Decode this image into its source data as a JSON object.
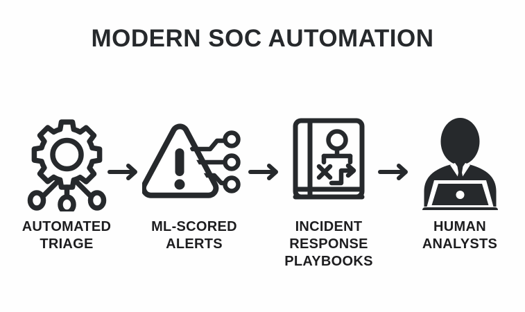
{
  "page": {
    "title": "MODERN SOC AUTOMATION",
    "background_color": "#fefefe",
    "ink_color": "#26292c",
    "label_color": "#1d1d1f"
  },
  "diagram": {
    "type": "horizontal-process-flow",
    "step_count": 4,
    "connector": "arrow-right",
    "steps": [
      {
        "id": "automated-triage",
        "icon": "gear-network-icon",
        "label_lines": [
          "AUTOMATED",
          "TRIAGE"
        ],
        "label": "AUTOMATED TRIAGE"
      },
      {
        "id": "ml-scored-alerts",
        "icon": "warning-triangle-circuit-icon",
        "label_lines": [
          "ML-SCORED",
          "ALERTS"
        ],
        "label": "ML-SCORED ALERTS"
      },
      {
        "id": "incident-response-playbooks",
        "icon": "playbook-strategy-book-icon",
        "label_lines": [
          "INCIDENT",
          "RESPONSE",
          "PLAYBOOKS"
        ],
        "label": "INCIDENT RESPONSE PLAYBOOKS"
      },
      {
        "id": "human-analysts",
        "icon": "analyst-laptop-icon",
        "label_lines": [
          "HUMAN",
          "ANALYSTS"
        ],
        "label": "HUMAN ANALYSTS"
      }
    ],
    "arrows": [
      {
        "id": "arrow-triage-to-alerts",
        "from": "automated-triage",
        "to": "ml-scored-alerts"
      },
      {
        "id": "arrow-alerts-to-playbooks",
        "from": "ml-scored-alerts",
        "to": "incident-response-playbooks"
      },
      {
        "id": "arrow-playbooks-to-analysts",
        "from": "incident-response-playbooks",
        "to": "human-analysts"
      }
    ]
  }
}
